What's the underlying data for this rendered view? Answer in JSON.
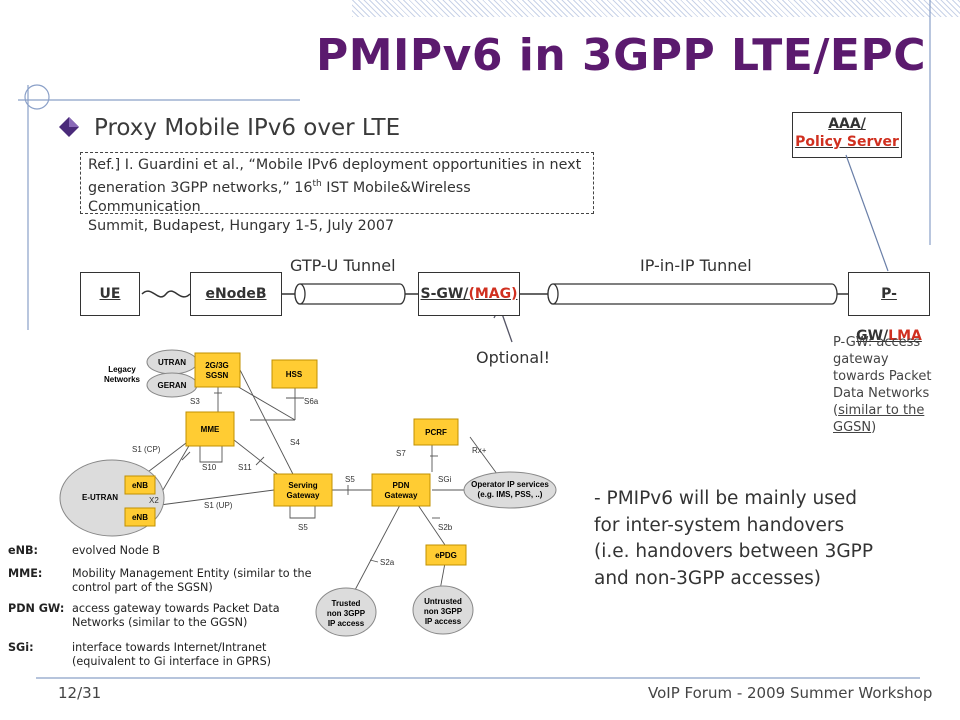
{
  "slide": {
    "title": "PMIPv6 in 3GPP LTE/EPC",
    "bullet": "Proxy Mobile IPv6 over LTE",
    "reference": {
      "line1": "Ref.] I. Guardini et al., “Mobile IPv6 deployment opportunities in next",
      "line2_pre": "generation 3GPP networks,” 16",
      "line2_sup": "th",
      "line2_post": " IST Mobile&Wireless Communication",
      "line3": "Summit, Budapest, Hungary 1-5, July 2007"
    },
    "aaa": {
      "line1": "AAA/",
      "line2": "Policy Server",
      "line2_color": "#d03020"
    },
    "nodes": {
      "ue": "UE",
      "enodeb": "eNodeB",
      "sgw_pre": "S-GW/",
      "sgw_mag": "(MAG)",
      "pgw_pre": "P-GW/",
      "pgw_lma": "LMA"
    },
    "tunnels": {
      "gtp": "GTP-U Tunnel",
      "ipip": "IP-in-IP Tunnel"
    },
    "optional": "Optional!",
    "pgw_note": {
      "line1": "P-GW: access",
      "line2": "gateway",
      "line3": "towards Packet",
      "line4": "Data Networks",
      "line5_pre": "(",
      "line5_link": "similar to the",
      "line6_link": "GGSN",
      "line6_post": ")"
    },
    "handover_text": "- PMIPv6 will be mainly used for inter-system handovers (i.e. handovers between 3GPP and non-3GPP accesses)",
    "footer": {
      "page": "12/31",
      "event": "VoIP Forum - 2009 Summer Workshop"
    }
  },
  "architecture": {
    "utran": "UTRAN",
    "geran": "GERAN",
    "legacy1": "Legacy",
    "legacy2": "Networks",
    "sgsn1": "2G/3G",
    "sgsn2": "SGSN",
    "hss": "HSS",
    "mme": "MME",
    "pcrf": "PCRF",
    "eutran": "E-UTRAN",
    "enb": "eNB",
    "serving1": "Serving",
    "serving2": "Gateway",
    "pdn1": "PDN",
    "pdn2": "Gateway",
    "opip1": "Operator IP services",
    "opip2": "(e.g. IMS, PSS, ..)",
    "epdg": "ePDG",
    "trusted1": "Trusted",
    "trusted2": "non 3GPP",
    "trusted3": "IP access",
    "untrusted1": "Untrusted",
    "untrusted2": "non 3GPP",
    "untrusted3": "IP access",
    "if_s3": "S3",
    "if_s6a": "S6a",
    "if_s4": "S4",
    "if_s1cp": "S1 (CP)",
    "if_s10": "S10",
    "if_s11": "S11",
    "if_x2": "X2",
    "if_s1up": "S1 (UP)",
    "if_s5a": "S5",
    "if_s5b": "S5",
    "if_s7": "S7",
    "if_rx": "Rx+",
    "if_sgi": "SGi",
    "if_s2b": "S2b",
    "if_s2a": "S2a"
  },
  "legend": [
    {
      "key": "eNB:",
      "value": "evolved Node B"
    },
    {
      "key": "MME:",
      "value": "Mobility Management Entity (similar to the control part of the SGSN)"
    },
    {
      "key": "PDN GW:",
      "value": "access gateway towards Packet Data Networks (similar to the GGSN)"
    },
    {
      "key": "SGi:",
      "value": "interface towards Internet/Intranet (equivalent to Gi interface in GPRS)"
    }
  ],
  "colors": {
    "title": "#5b1a6e",
    "node_fill": "#ffcc33",
    "node_stroke": "#d4a000",
    "cloud": "#dcdcdc",
    "accent_red": "#d03020"
  }
}
